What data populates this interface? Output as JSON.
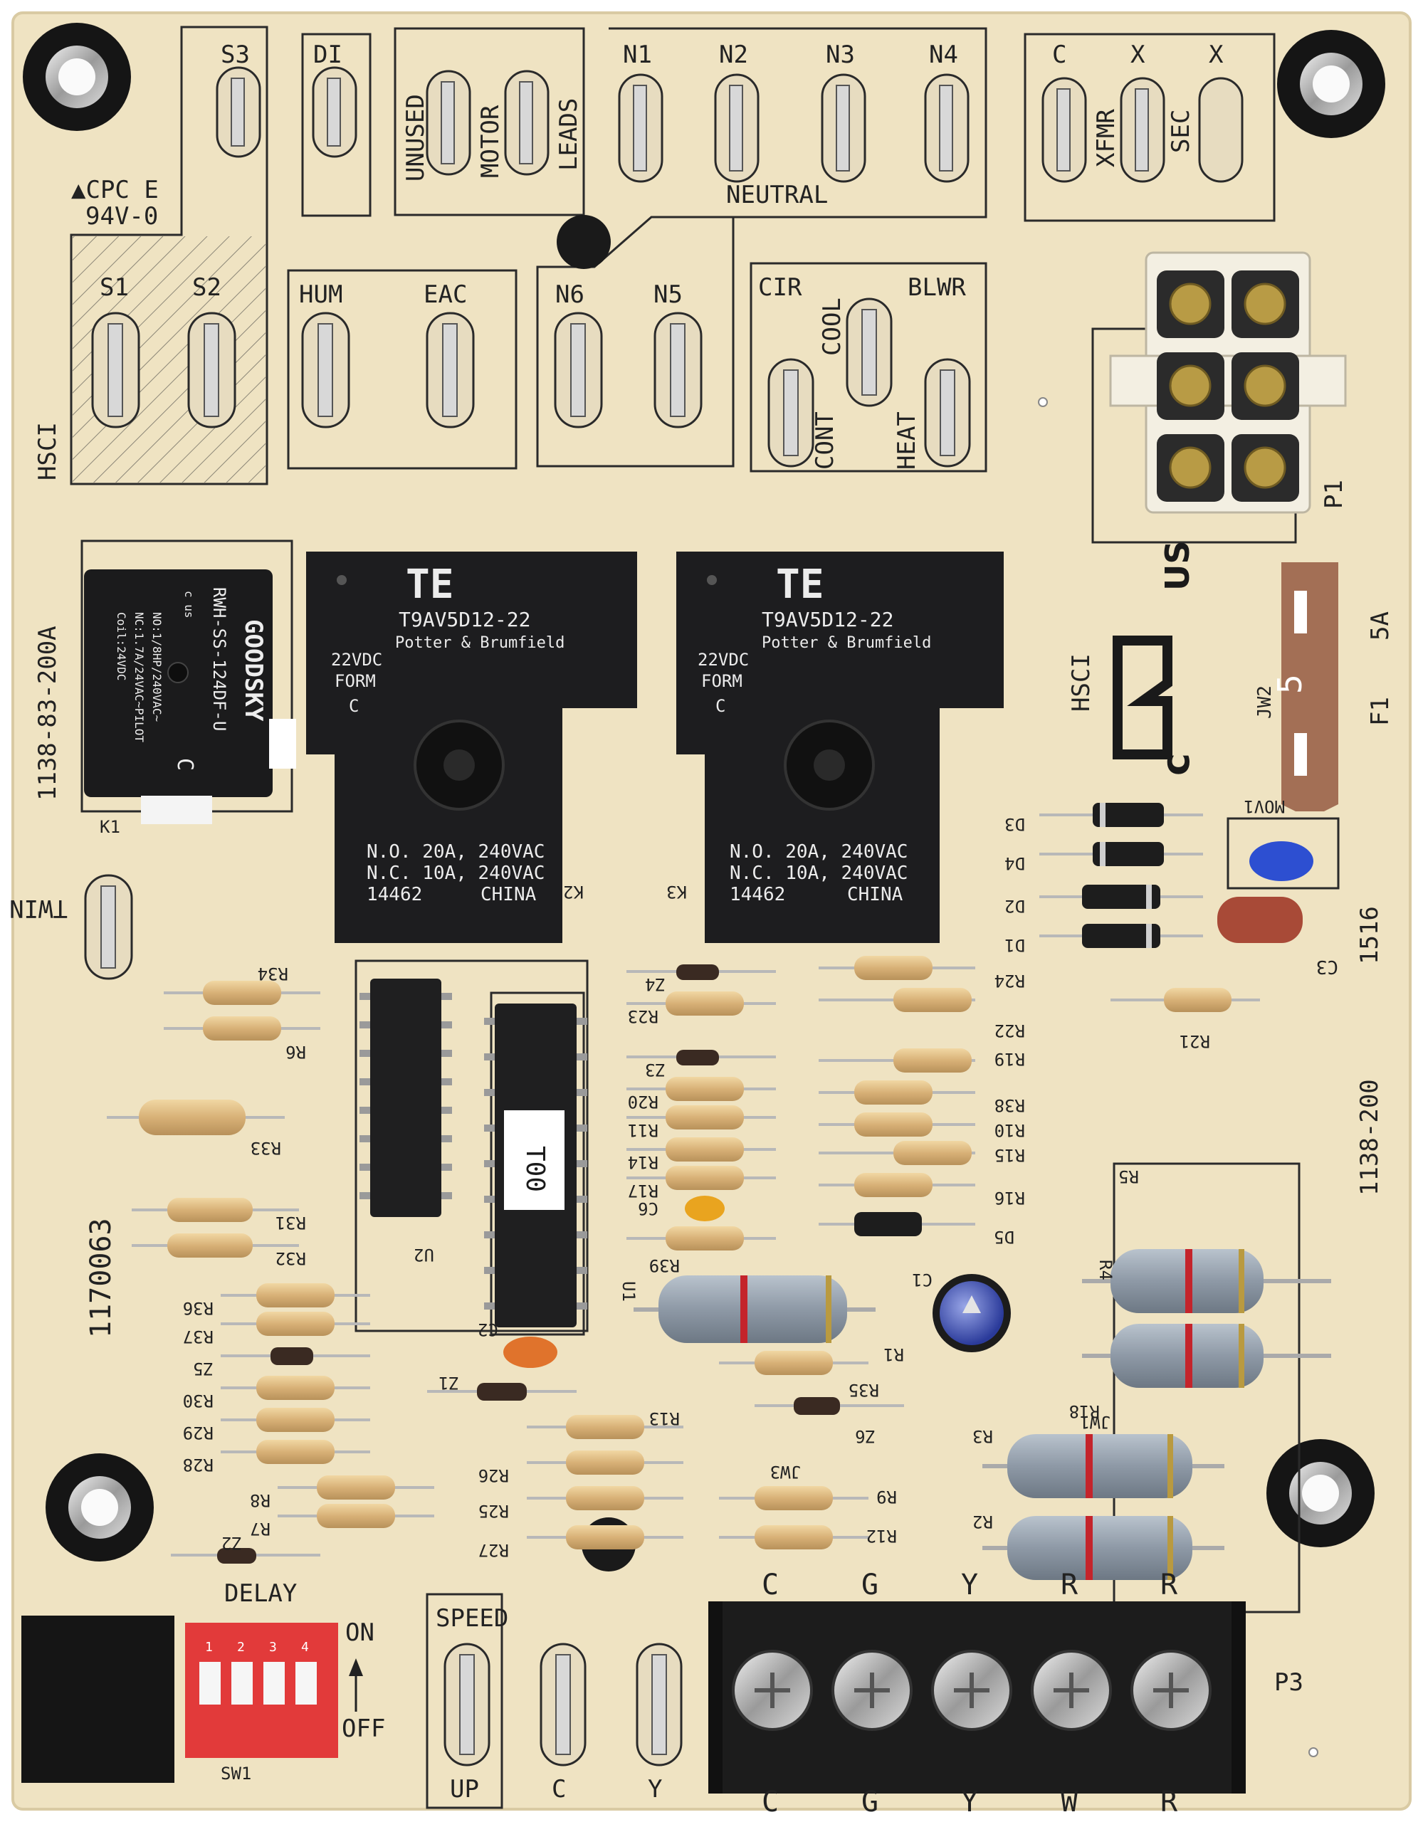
{
  "board": {
    "colors": {
      "substrate": "#efe3c2",
      "silk": "#222222",
      "relay": "#1d1d1f",
      "dip_switch": "#e23a3a",
      "fuse": "#a36f55",
      "connector": "#f3efe2"
    },
    "marks": {
      "cpc": "▲CPC E",
      "rating": "94V-0",
      "hsci": "HSCI",
      "hsci2": "HSCI",
      "part_left": "1138-83-200A",
      "part_right": "1138-200",
      "date": "1516",
      "serial": "1170063",
      "twin": "TWIN",
      "neutral": "NEUTRAL",
      "p1": "P1",
      "p3": "P3",
      "jw2": "JW2",
      "f1": "F1",
      "f1_rating": "5A",
      "mov1": "MOV1",
      "c3": "C3",
      "c1": "C1",
      "c2": "C2",
      "c6": "C6",
      "u1": "U1",
      "u2": "U2",
      "k1": "K1",
      "k2": "K2",
      "k3": "K3",
      "ul_c": "c",
      "ul_us": "US",
      "chip_label": "T00",
      "sw1": "SW1",
      "delay": "DELAY",
      "on": "ON",
      "off": "OFF",
      "jw1": "JW1",
      "jw3": "JW3"
    },
    "terminals_top": {
      "s3": "S3",
      "di": "DI",
      "unused": "UNUSED",
      "motor": "MOTOR",
      "leads": "LEADS",
      "n1": "N1",
      "n2": "N2",
      "n3": "N3",
      "n4": "N4",
      "c": "C",
      "x1": "X",
      "x2": "X",
      "xfmr": "XFMR",
      "sec": "SEC"
    },
    "terminals_mid": {
      "s1": "S1",
      "s2": "S2",
      "hum": "HUM",
      "eac": "EAC",
      "n6": "N6",
      "n5": "N5",
      "cir": "CIR",
      "blwr": "BLWR",
      "cool": "COOL",
      "cont": "CONT",
      "heat": "HEAT"
    },
    "relay_k1": {
      "brand": "GOODSKY",
      "model": "RWH-SS-124DF-U",
      "spec1": "NO:1/8HP/240VAC~",
      "spec2": "NC:1.7A/24VAC~PILOT",
      "spec3": "Coil:24VDC",
      "c": "C",
      "cus": "c  us"
    },
    "relays_te": [
      {
        "logo": "TE",
        "model": "T9AV5D12-22",
        "maker": "Potter & Brumfield",
        "v1": "22VDC",
        "v2": "FORM",
        "v3": "C",
        "rating1": "N.O. 20A, 240VAC",
        "rating2": "N.C. 10A, 240VAC",
        "code": "14462",
        "origin": "CHINA"
      },
      {
        "logo": "TE",
        "model": "T9AV5D12-22",
        "maker": "Potter & Brumfield",
        "v1": "22VDC",
        "v2": "FORM",
        "v3": "C",
        "rating1": "N.O. 20A, 240VAC",
        "rating2": "N.C. 10A, 240VAC",
        "code": "14462",
        "origin": "CHINA"
      }
    ],
    "fuse_value": "5",
    "diodes": [
      "D3",
      "D4",
      "D2",
      "D1",
      "D5"
    ],
    "resistors_left": [
      "R34",
      "R6",
      "R33",
      "R31",
      "R32",
      "R36",
      "R37",
      "Z5",
      "R30",
      "R29",
      "R28",
      "R8",
      "R7",
      "Z2"
    ],
    "resistors_center": [
      "Z4",
      "R23",
      "Z3",
      "R20",
      "R11",
      "R14",
      "R17",
      "R39",
      "Z1",
      "R13",
      "R26",
      "R25",
      "R27"
    ],
    "resistors_right": [
      "R24",
      "R22",
      "R21",
      "R19",
      "R38",
      "R10",
      "R15",
      "R16",
      "R1",
      "R35",
      "Z6",
      "R9",
      "R12"
    ],
    "power_resistors": [
      "R5",
      "R4",
      "R18",
      "R3",
      "R2"
    ],
    "bottom": {
      "speed": "SPEED",
      "up": "UP",
      "c": "C",
      "y": "Y"
    },
    "p3_top": [
      "C",
      "G",
      "Y",
      "R",
      "R"
    ],
    "p3_bottom": [
      "C",
      "G",
      "Y",
      "W",
      "R"
    ],
    "dip_numbers": [
      "1",
      "2",
      "3",
      "4"
    ]
  }
}
